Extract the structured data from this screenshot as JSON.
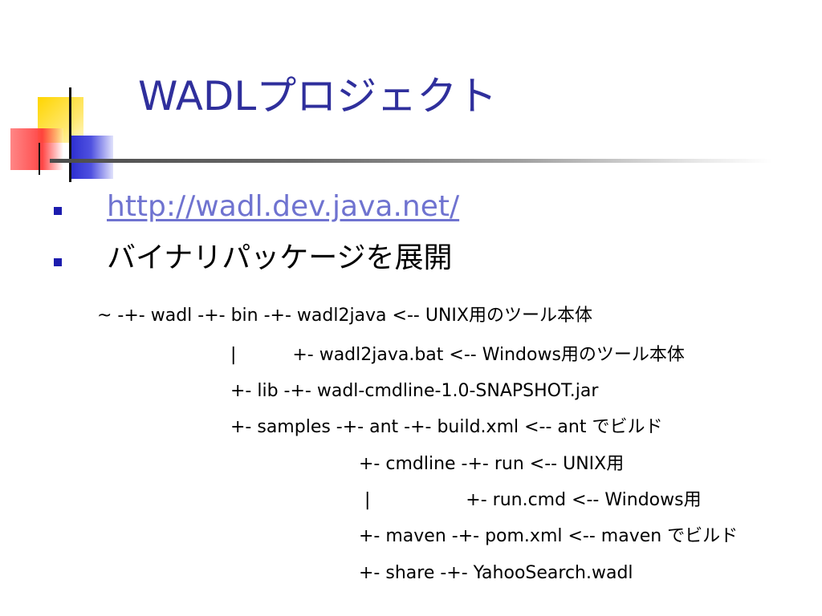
{
  "slide": {
    "title": "WADLプロジェクト",
    "bullets": [
      {
        "text": "http://wadl.dev.java.net/"
      },
      {
        "text": "バイナリパッケージを展開"
      }
    ],
    "tree": [
      "~ -+- wadl -+- bin -+- wadl2java <-- UNIX用のツール本体",
      "|          +- wadl2java.bat <-- Windows用のツール本体",
      "+- lib -+- wadl-cmdline-1.0-SNAPSHOT.jar",
      "+- samples -+- ant -+- build.xml <-- ant でビルド",
      "+- cmdline -+- run <-- UNIX用",
      " |                 +- run.cmd <-- Windows用",
      "+- maven -+- pom.xml <-- maven でビルド",
      "+- share -+- YahooSearch.wadl"
    ]
  },
  "colors": {
    "title": "#2f2f9c",
    "bullet": "#1c1cae",
    "link": "#6f73d0"
  }
}
